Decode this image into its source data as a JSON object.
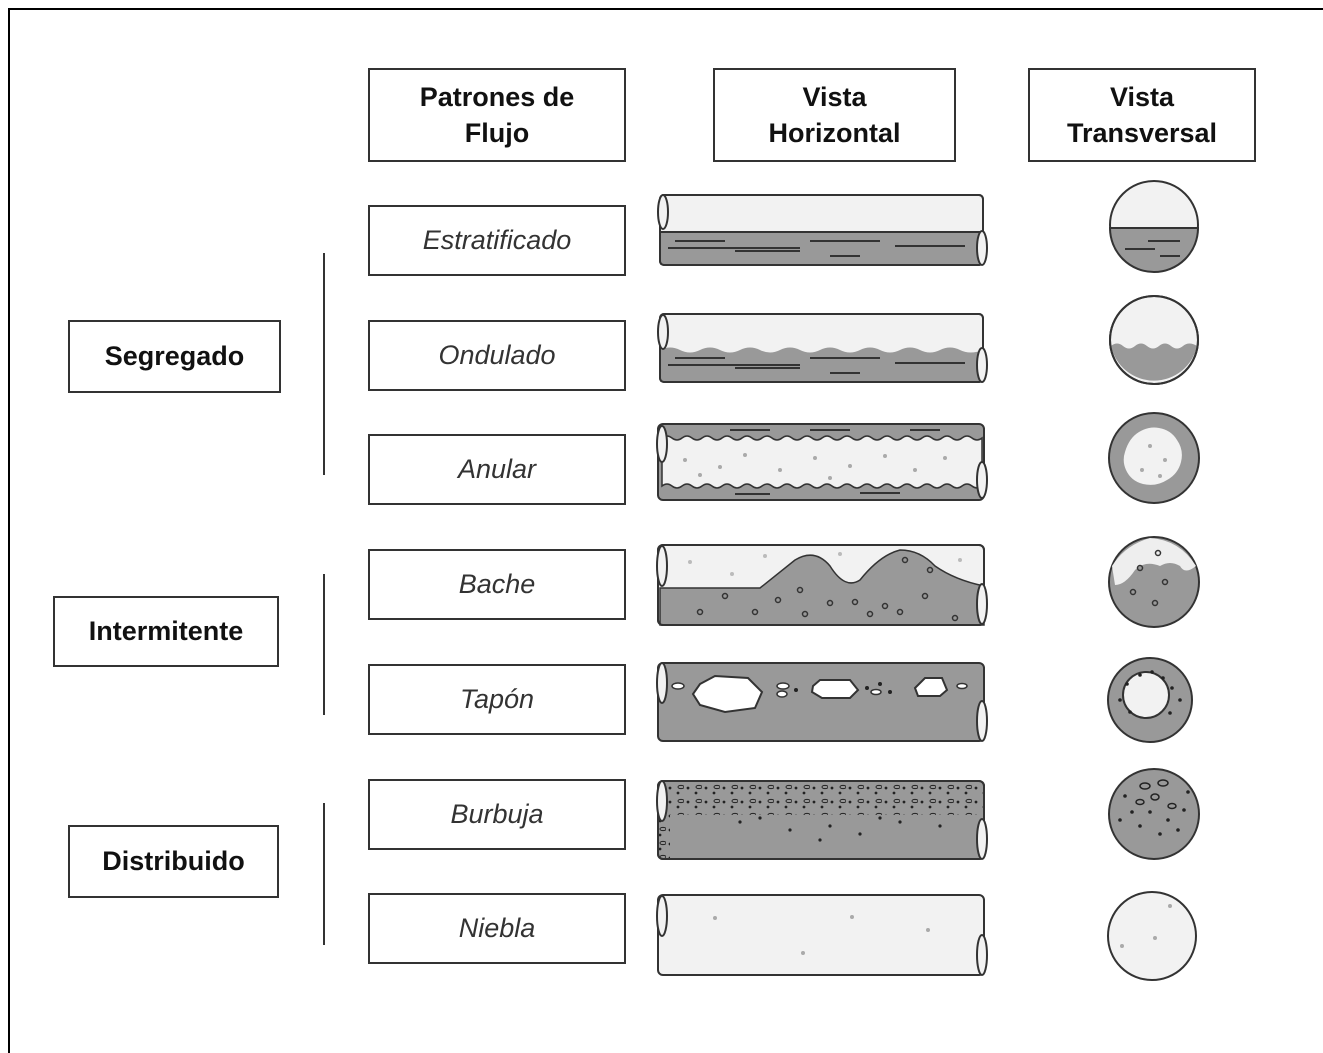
{
  "headers": {
    "patterns": [
      "Patrones de",
      "Flujo"
    ],
    "horizontal": [
      "Vista",
      "Horizontal"
    ],
    "transversal": [
      "Vista",
      "Transversal"
    ]
  },
  "categories": {
    "segregado": "Segregado",
    "intermitente": "Intermitente",
    "distribuido": "Distribuido"
  },
  "patterns": [
    {
      "id": "estratificado",
      "label": "Estratificado",
      "category": "segregado"
    },
    {
      "id": "ondulado",
      "label": "Ondulado",
      "category": "segregado"
    },
    {
      "id": "anular",
      "label": "Anular",
      "category": "segregado"
    },
    {
      "id": "bache",
      "label": "Bache",
      "category": "intermitente"
    },
    {
      "id": "tapon",
      "label": "Tapón",
      "category": "intermitente"
    },
    {
      "id": "burbuja",
      "label": "Burbuja",
      "category": "distribuido"
    },
    {
      "id": "niebla",
      "label": "Niebla",
      "category": "distribuido"
    }
  ],
  "colors": {
    "liquid": "#999999",
    "gas": "#f2f2f2",
    "outline": "#333333"
  }
}
